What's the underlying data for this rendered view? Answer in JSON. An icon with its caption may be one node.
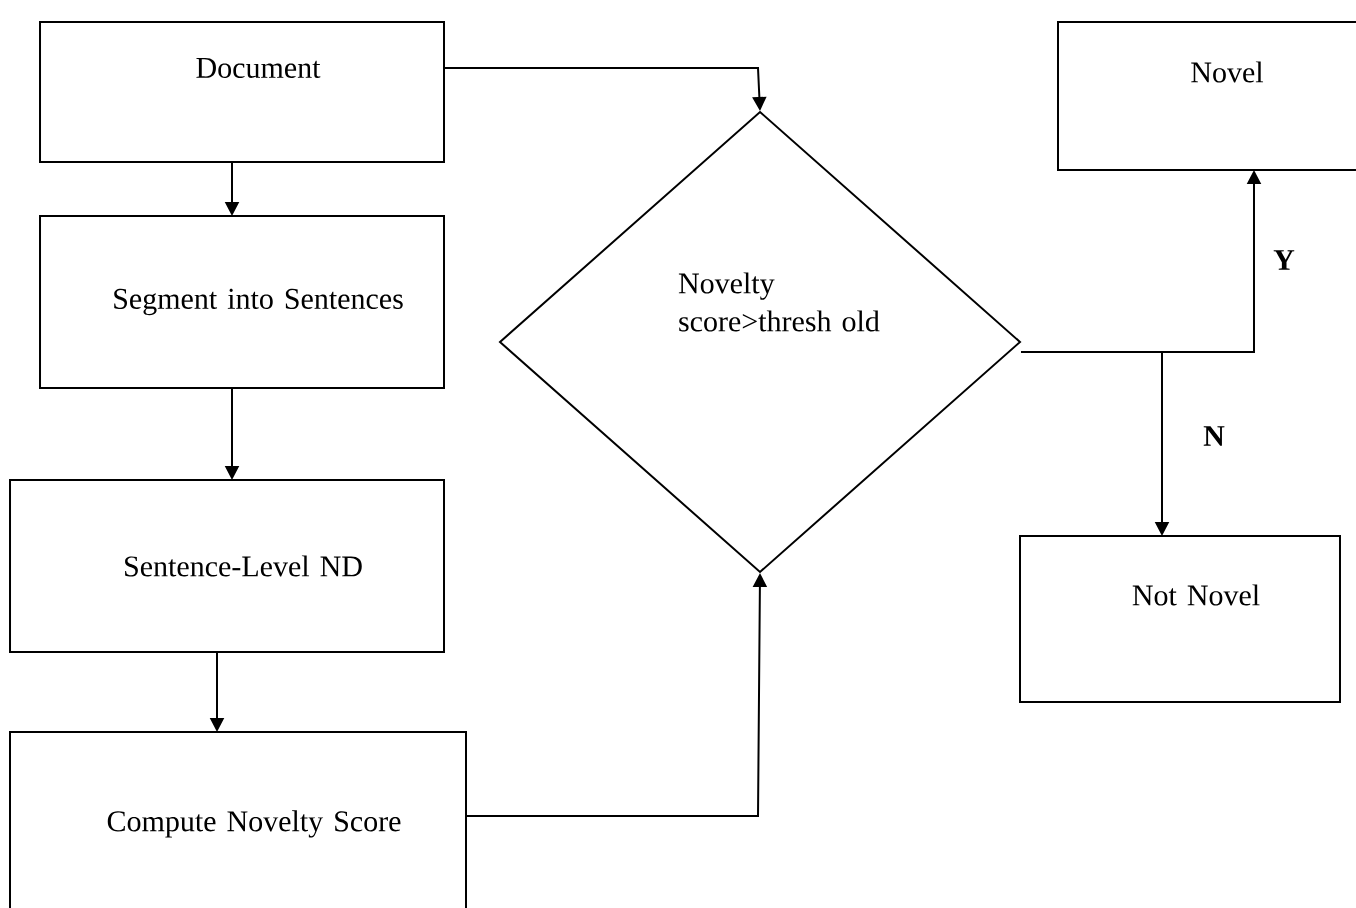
{
  "diagram": {
    "nodes": [
      {
        "text": [
          "Document"
        ]
      },
      {
        "text": [
          "Segment into Sentences"
        ]
      },
      {
        "text": [
          "Sentence-Level ND"
        ]
      },
      {
        "text": [
          "Compute Novelty Score"
        ]
      },
      {
        "text": [
          "Novelty score>thresh old"
        ]
      },
      {
        "text": [
          "Novel"
        ]
      },
      {
        "text": [
          "Not Novel"
        ]
      }
    ],
    "edges": [
      {
        "from": 0,
        "to": 1,
        "arrow": "to"
      },
      {
        "from": 1,
        "to": 2,
        "arrow": "to"
      },
      {
        "from": 2,
        "to": 3,
        "arrow": "to"
      },
      {
        "from": 0,
        "to": 4,
        "arrow": "to"
      },
      {
        "from": 3,
        "to": 4,
        "arrow": "to"
      },
      {
        "from": 4,
        "to": 5,
        "arrow": "to",
        "label": "Y"
      },
      {
        "from": 4,
        "to": 6,
        "arrow": "to",
        "label": "N"
      }
    ]
  }
}
